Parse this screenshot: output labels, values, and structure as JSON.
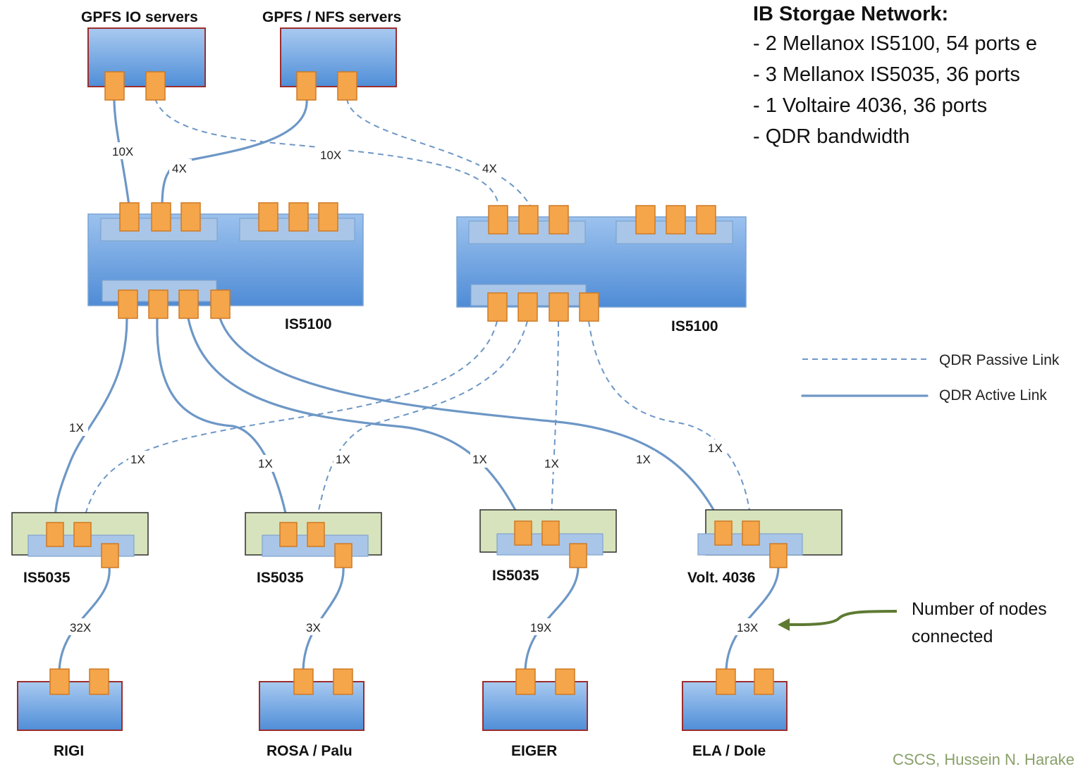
{
  "info": {
    "title": "IB Storgae Network:",
    "items": [
      "- 2 Mellanox IS5100, 54 ports e",
      "- 3 Mellanox IS5035, 36 ports",
      "- 1 Voltaire 4036, 36 ports",
      "-  QDR bandwidth"
    ]
  },
  "servers": {
    "gpfs_io": "GPFS IO servers",
    "gpfs_nfs": "GPFS / NFS servers"
  },
  "core_switches": [
    "IS5100",
    "IS5100"
  ],
  "edge_switches": [
    "IS5035",
    "IS5035",
    "IS5035",
    "Volt. 4036"
  ],
  "clusters": [
    "RIGI",
    "ROSA / Palu",
    "EIGER",
    "ELA / Dole"
  ],
  "uplink_labels": [
    "10X",
    "4X",
    "10X",
    "4X"
  ],
  "edge_link_labels": [
    "1X",
    "1X",
    "1X",
    "1X",
    "1X",
    "1X",
    "1X",
    "1X"
  ],
  "node_counts": [
    "32X",
    "3X",
    "19X",
    "13X"
  ],
  "legend": {
    "passive": "QDR Passive Link",
    "active": "QDR Active Link"
  },
  "annotation": {
    "line1": "Number of nodes",
    "line2": "connected"
  },
  "footer": "CSCS, Hussein N. Harake",
  "colors": {
    "link": "#6d97c6",
    "port": "#f5a54a",
    "arrow": "#5e7a33",
    "edge_switch": "#d7e3bc"
  }
}
